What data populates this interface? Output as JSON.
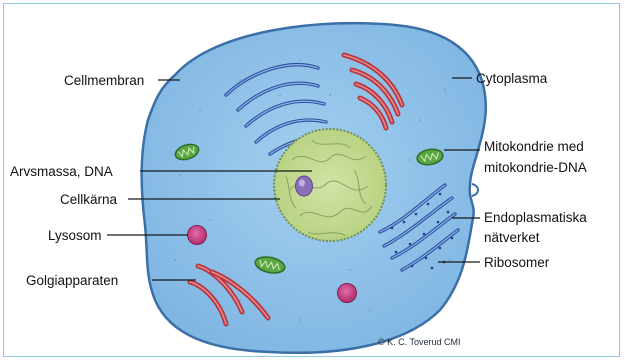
{
  "labels": {
    "cellmembran": "Cellmembran",
    "cytoplasma": "Cytoplasma",
    "mitokondrie_line1": "Mitokondrie med",
    "mitokondrie_line2": "mitokondrie-DNA",
    "arvsmassa": "Arvsmassa, DNA",
    "cellkarna": "Cellkärna",
    "er_line1": "Endoplasmatiska",
    "er_line2": "nätverket",
    "lysosom": "Lysosom",
    "ribosomer": "Ribosomer",
    "golgi": "Golgiapparaten"
  },
  "copyright": "© K. C. Toverud CMI",
  "colors": {
    "frame_border": "#8ccbe6",
    "cytoplasm": "#8fc3e8",
    "membrane": "#3a6fa8",
    "nucleus": "#c3d98f",
    "nucleolus": "#8b6fb8",
    "er": "#2a4f9e",
    "golgi": "#b8343d",
    "mitochondria": "#5aa845",
    "lysosome": "#c2367a"
  }
}
